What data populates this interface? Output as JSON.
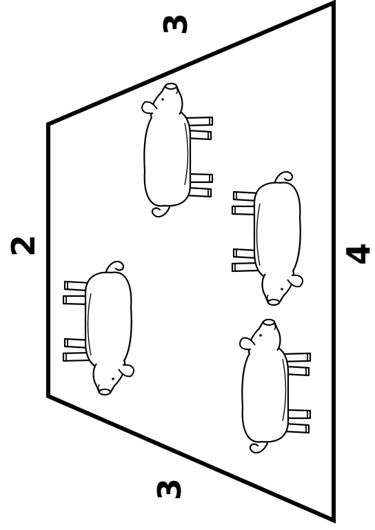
{
  "diagram": {
    "shape": "trapezoid",
    "side_labels": {
      "top": "3",
      "left": "2",
      "bottom": "3",
      "right": "4"
    },
    "figure_count": 4,
    "figure_name": "pig",
    "line_color": "#000000",
    "background_color": "#ffffff"
  }
}
